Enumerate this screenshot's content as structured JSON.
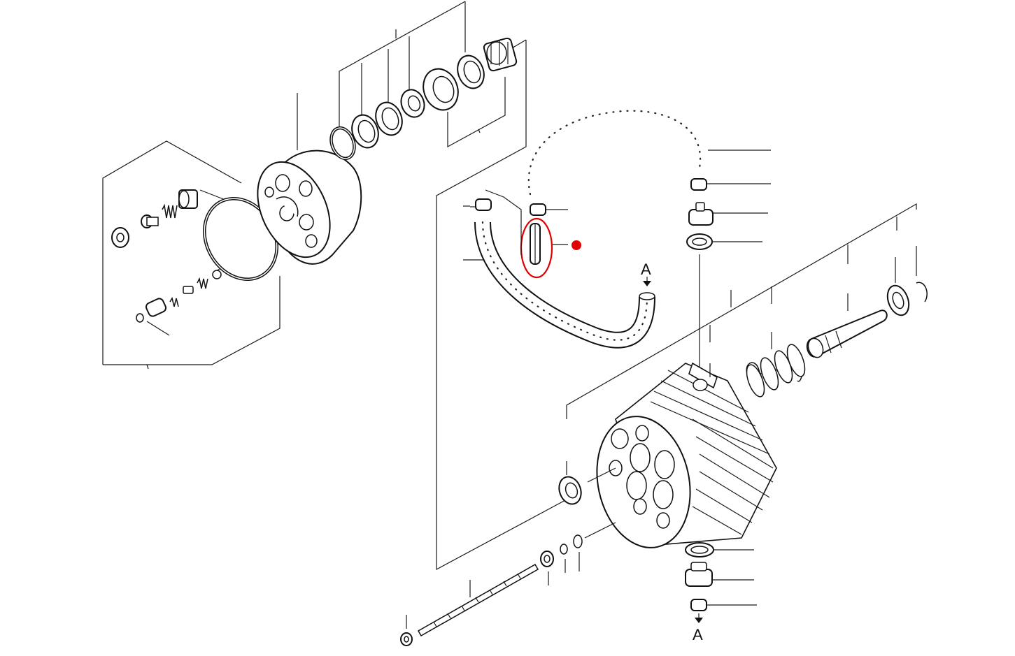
{
  "labels": {
    "connector_top": "A",
    "connector_bottom": "A"
  },
  "highlight": {
    "ring_color": "#e00000",
    "marker_color": "#e00000",
    "highlighted_part": "pin-tube"
  }
}
